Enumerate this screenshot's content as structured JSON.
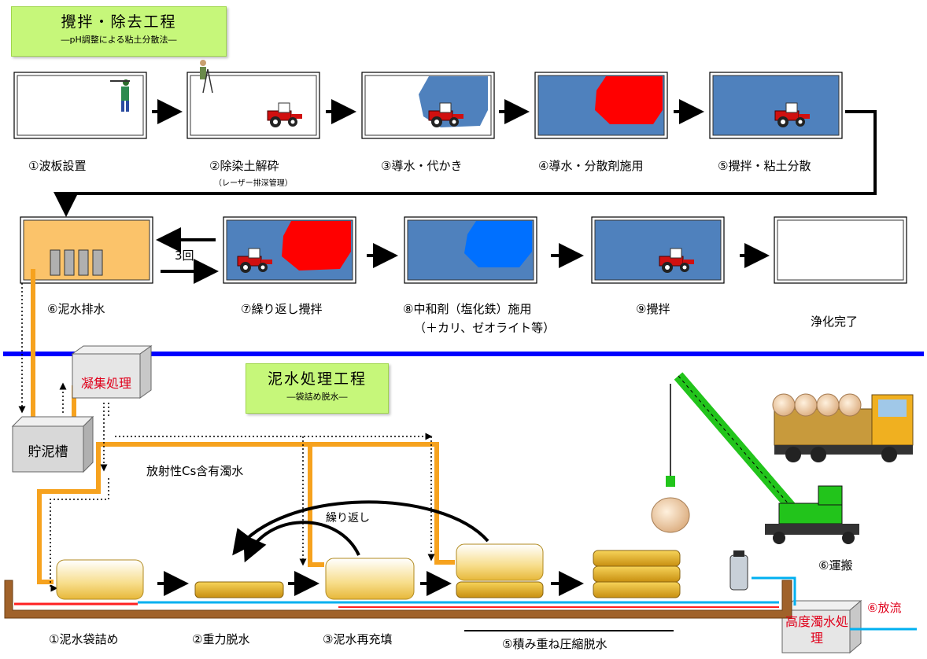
{
  "stir_process": {
    "title": "攪拌・除去工程",
    "subtitle": "―pH調整による粘土分散法―",
    "steps": [
      {
        "label": "①波板設置",
        "note": ""
      },
      {
        "label": "②除染土解砕",
        "note": "（レーザー排深管理）"
      },
      {
        "label": "③導水・代かき",
        "note": ""
      },
      {
        "label": "④導水・分散剤施用",
        "note": ""
      },
      {
        "label": "⑤攪拌・粘土分散",
        "note": ""
      },
      {
        "label": "⑥泥水排水",
        "note": ""
      },
      {
        "label": "⑦繰り返し攪拌",
        "note": ""
      },
      {
        "label": "⑧中和剤（塩化鉄）施用",
        "note": "（＋カリ、ゼオライト等）"
      },
      {
        "label": "⑨攪拌",
        "note": ""
      },
      {
        "label": "浄化完了",
        "note": ""
      }
    ],
    "repeat_label": "3回"
  },
  "mud_process": {
    "title": "泥水処理工程",
    "subtitle": "―袋詰め脱水―",
    "flocculation": "凝集処理",
    "storage_tank": "貯泥槽",
    "cs_water": "放射性Cs含有濁水",
    "repeat": "繰り返し",
    "steps": [
      "①泥水袋詰め",
      "②重力脱水",
      "③泥水再充填",
      "⑤積み重ね圧縮脱水"
    ],
    "transport": "⑥運搬",
    "advanced_treatment": "高度濁水処理",
    "discharge": "⑥放流"
  },
  "colors": {
    "water_blue": "#4f81bd",
    "red_dispersant": "#ff0000",
    "bright_blue": "#0070ff",
    "bag_yellow": "#f0c030",
    "orange_pipe": "#f6a21e",
    "divider_blue": "#0000ff",
    "title_green": "#c6f77a",
    "crane_green": "#22c41b",
    "text_red": "#e0001b"
  }
}
